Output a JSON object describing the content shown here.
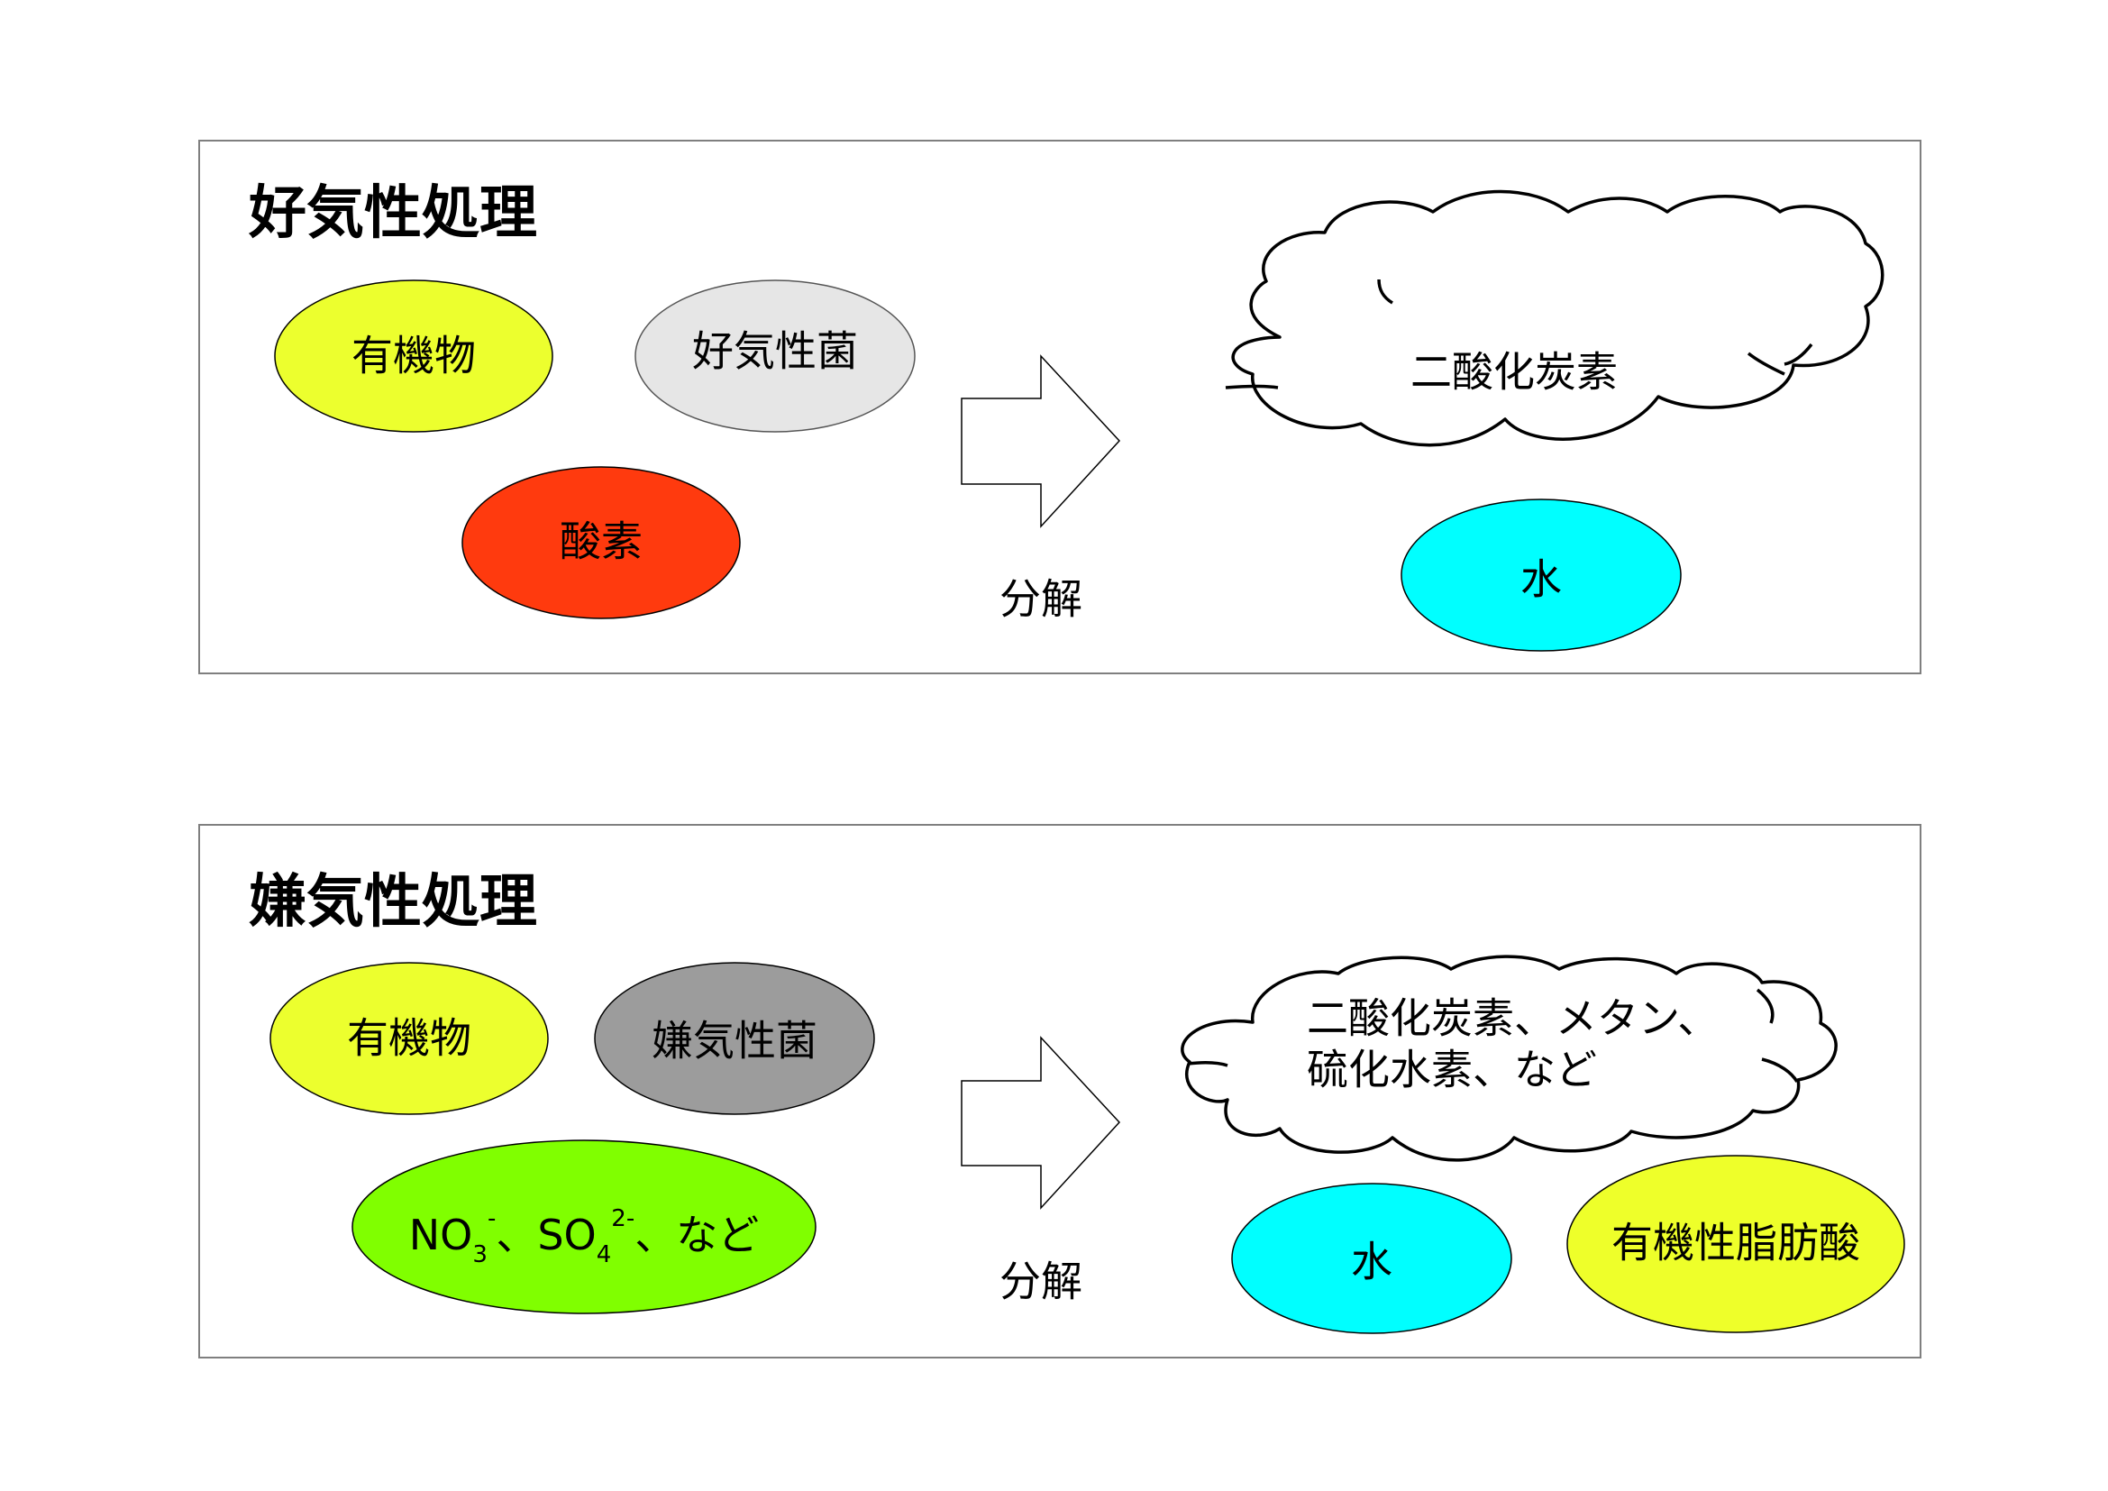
{
  "colors": {
    "organic": "#ECFF2E",
    "aerobic_bacteria": "#E6E6E6",
    "oxygen": "#FF3A0E",
    "water": "#00FFFF",
    "anaerobic_bacteria": "#9C9C9C",
    "nitrate_sulfate": "#80FF00",
    "fatty_acid": "#EEFF2A"
  },
  "aerobic": {
    "title": "好気性処理",
    "organic": "有機物",
    "bacteria": "好気性菌",
    "oxygen": "酸素",
    "decompose": "分解",
    "gas": "二酸化炭素",
    "water": "水"
  },
  "anaerobic": {
    "title": "嫌気性処理",
    "organic": "有機物",
    "bacteria": "嫌気性菌",
    "ions": {
      "no_base": "NO",
      "no_sub": "3",
      "no_sup": "-",
      "sep": "、",
      "so_base": "SO",
      "so_sub": "4",
      "so_sup": "2-",
      "tail": "、など"
    },
    "decompose": "分解",
    "gas_line1": "二酸化炭素、メタン、",
    "gas_line2": "硫化水素、など",
    "water": "水",
    "fatty_acid": "有機性脂肪酸"
  }
}
